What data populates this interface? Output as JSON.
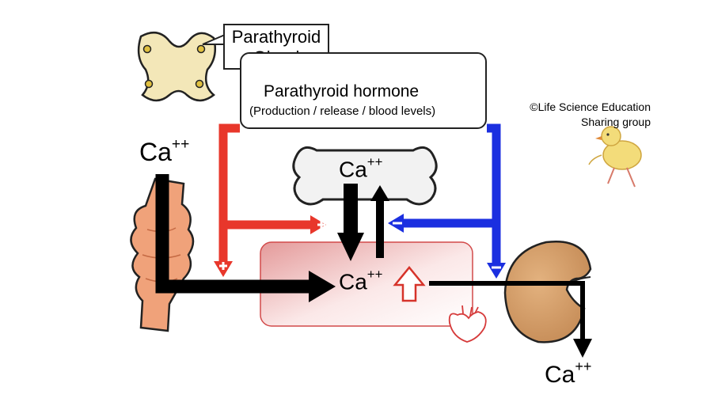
{
  "gland_label": {
    "line1": "Parathyroid",
    "line2": "Gland"
  },
  "hormone": {
    "title": "Parathyroid hormone",
    "subtitle": "(Production / release / blood levels)"
  },
  "calcium": {
    "base": "Ca",
    "charge": "++"
  },
  "signs": {
    "plus": "+",
    "minus": "−"
  },
  "credit": {
    "line1": "©Life Science Education",
    "line2": "Sharing group"
  },
  "colors": {
    "stimulate": "#e8372b",
    "inhibit": "#1b2fe0",
    "flow": "#000000",
    "increase_arrow": "#d6332a",
    "blood_box": "#e7a8a8",
    "intestine": "#f0a27a",
    "kidney": "#d9a36e",
    "bone": "#f2f2f2",
    "gland": "#f3e7b8"
  }
}
